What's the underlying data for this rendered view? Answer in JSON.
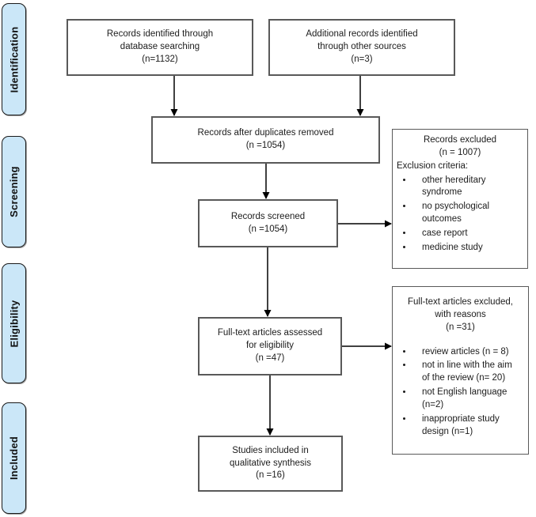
{
  "diagram": {
    "type": "prisma-flow",
    "stages": [
      "Identification",
      "Screening",
      "Eligibility",
      "Included"
    ],
    "boxes": {
      "identified_db": {
        "text": "Records identified through\ndatabase searching\n(n=1132)"
      },
      "identified_other": {
        "text": "Additional records identified\nthrough other sources\n(n=3)"
      },
      "after_duplicates": {
        "text": "Records after duplicates removed\n(n =1054)"
      },
      "screened": {
        "text": "Records screened\n(n =1054)"
      },
      "records_excluded": {
        "title": "Records excluded\n(n = 1007)",
        "criteria_label": "Exclusion criteria:",
        "bullets": [
          "other hereditary\nsyndrome",
          "no psychological\noutcomes",
          "case report",
          "medicine study"
        ]
      },
      "fulltext_assessed": {
        "text": "Full-text articles assessed\nfor eligibility\n(n =47)"
      },
      "fulltext_excluded": {
        "title": "Full-text articles excluded,\nwith reasons\n(n =31)",
        "bullets": [
          "review articles (n = 8)",
          "not in line with the aim\nof the review (n= 20)",
          "not English language\n(n=2)",
          "inappropriate study\ndesign (n=1)"
        ]
      },
      "included_qualitative": {
        "text": "Studies included in\nqualitative synthesis\n(n =16)"
      }
    },
    "colors": {
      "stage_fill": "#cbe7f8",
      "stage_border": "#1a1a1a",
      "box_border": "#595959",
      "arrow": "#000000",
      "text": "#1c1c1c"
    }
  }
}
